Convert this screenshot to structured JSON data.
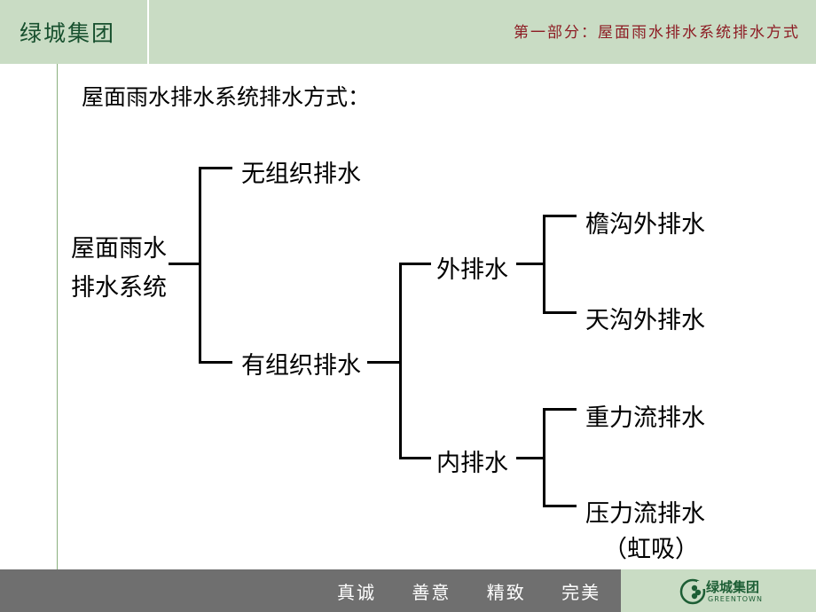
{
  "header": {
    "company": "绿城集团",
    "section_title": "第一部分：屋面雨水排水系统排水方式"
  },
  "slide": {
    "title": "屋面雨水排水系统排水方式："
  },
  "tree": {
    "root_line1": "屋面雨水",
    "root_line2": "排水系统",
    "no_org": "无组织排水",
    "org": "有组织排水",
    "external": "外排水",
    "internal": "内排水",
    "eaves": "檐沟外排水",
    "gutter": "天沟外排水",
    "gravity": "重力流排水",
    "pressure": "压力流排水",
    "pressure_note": "（虹吸）"
  },
  "footer": {
    "slogan": [
      "真诚",
      "善意",
      "精致",
      "完美"
    ],
    "logo_cn": "绿城集团",
    "logo_en": "GREENTOWN",
    "logo_icon": "greentown-leaf-icon"
  },
  "colors": {
    "header_bg": "#c9dcc4",
    "brand_green": "#17502e",
    "section_red": "#8d1c24",
    "footer_bg": "#6f6f6f"
  }
}
